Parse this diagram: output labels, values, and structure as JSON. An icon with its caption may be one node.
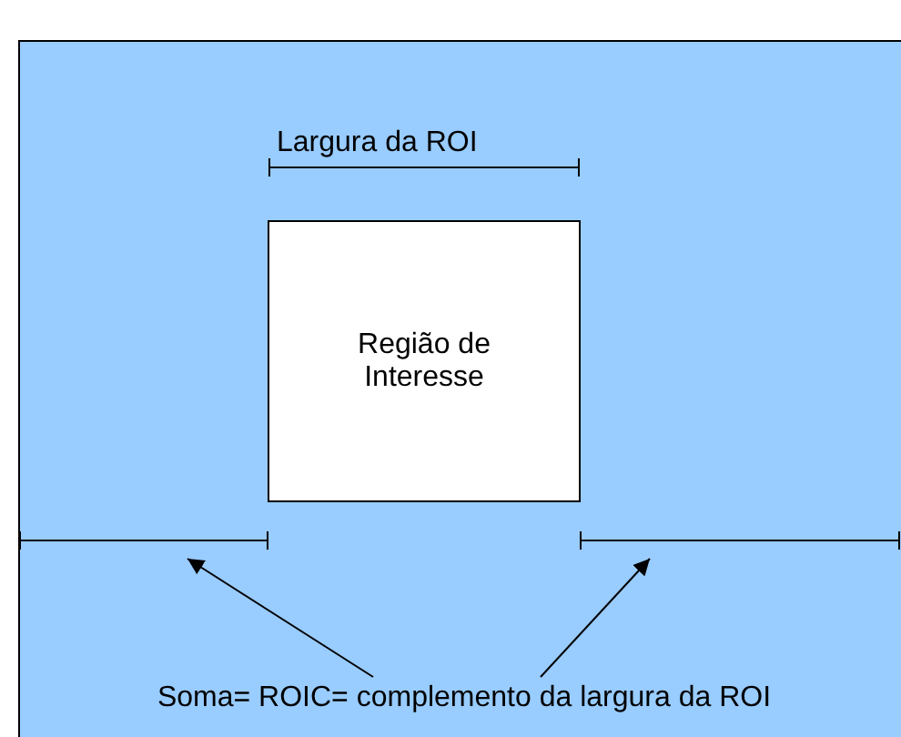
{
  "diagram": {
    "nodes": [
      {
        "text": [
          "Região de Interesse"
        ]
      },
      {
        "text": [
          "Soma= ROIC= complemento da largura da ROI"
        ]
      },
      {
        "text": [],
        "shape": "bar"
      },
      {
        "text": [],
        "shape": "bar"
      }
    ],
    "edges": [
      {
        "from": 1,
        "to": 2,
        "arrow": "to"
      },
      {
        "from": 1,
        "to": 3,
        "arrow": "to"
      }
    ],
    "labels": [
      "Largura da ROI"
    ]
  }
}
